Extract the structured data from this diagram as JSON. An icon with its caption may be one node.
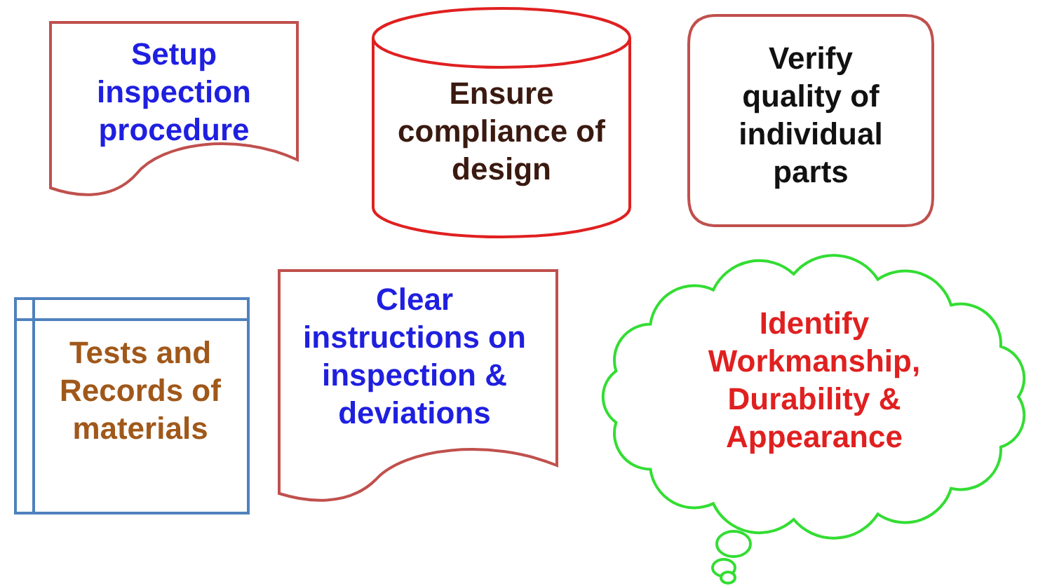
{
  "diagram": {
    "nodes": [
      {
        "text": [
          "Setup inspection procedure"
        ]
      },
      {
        "text": [
          "Ensure compliance of design"
        ]
      },
      {
        "text": [
          "Verify quality of individual parts"
        ]
      },
      {
        "text": [
          "Tests and Records of materials"
        ]
      },
      {
        "text": [
          "Clear instructions on inspection & deviations"
        ]
      },
      {
        "text": [
          "Identify Workmanship, Durability & Appearance"
        ]
      }
    ]
  }
}
